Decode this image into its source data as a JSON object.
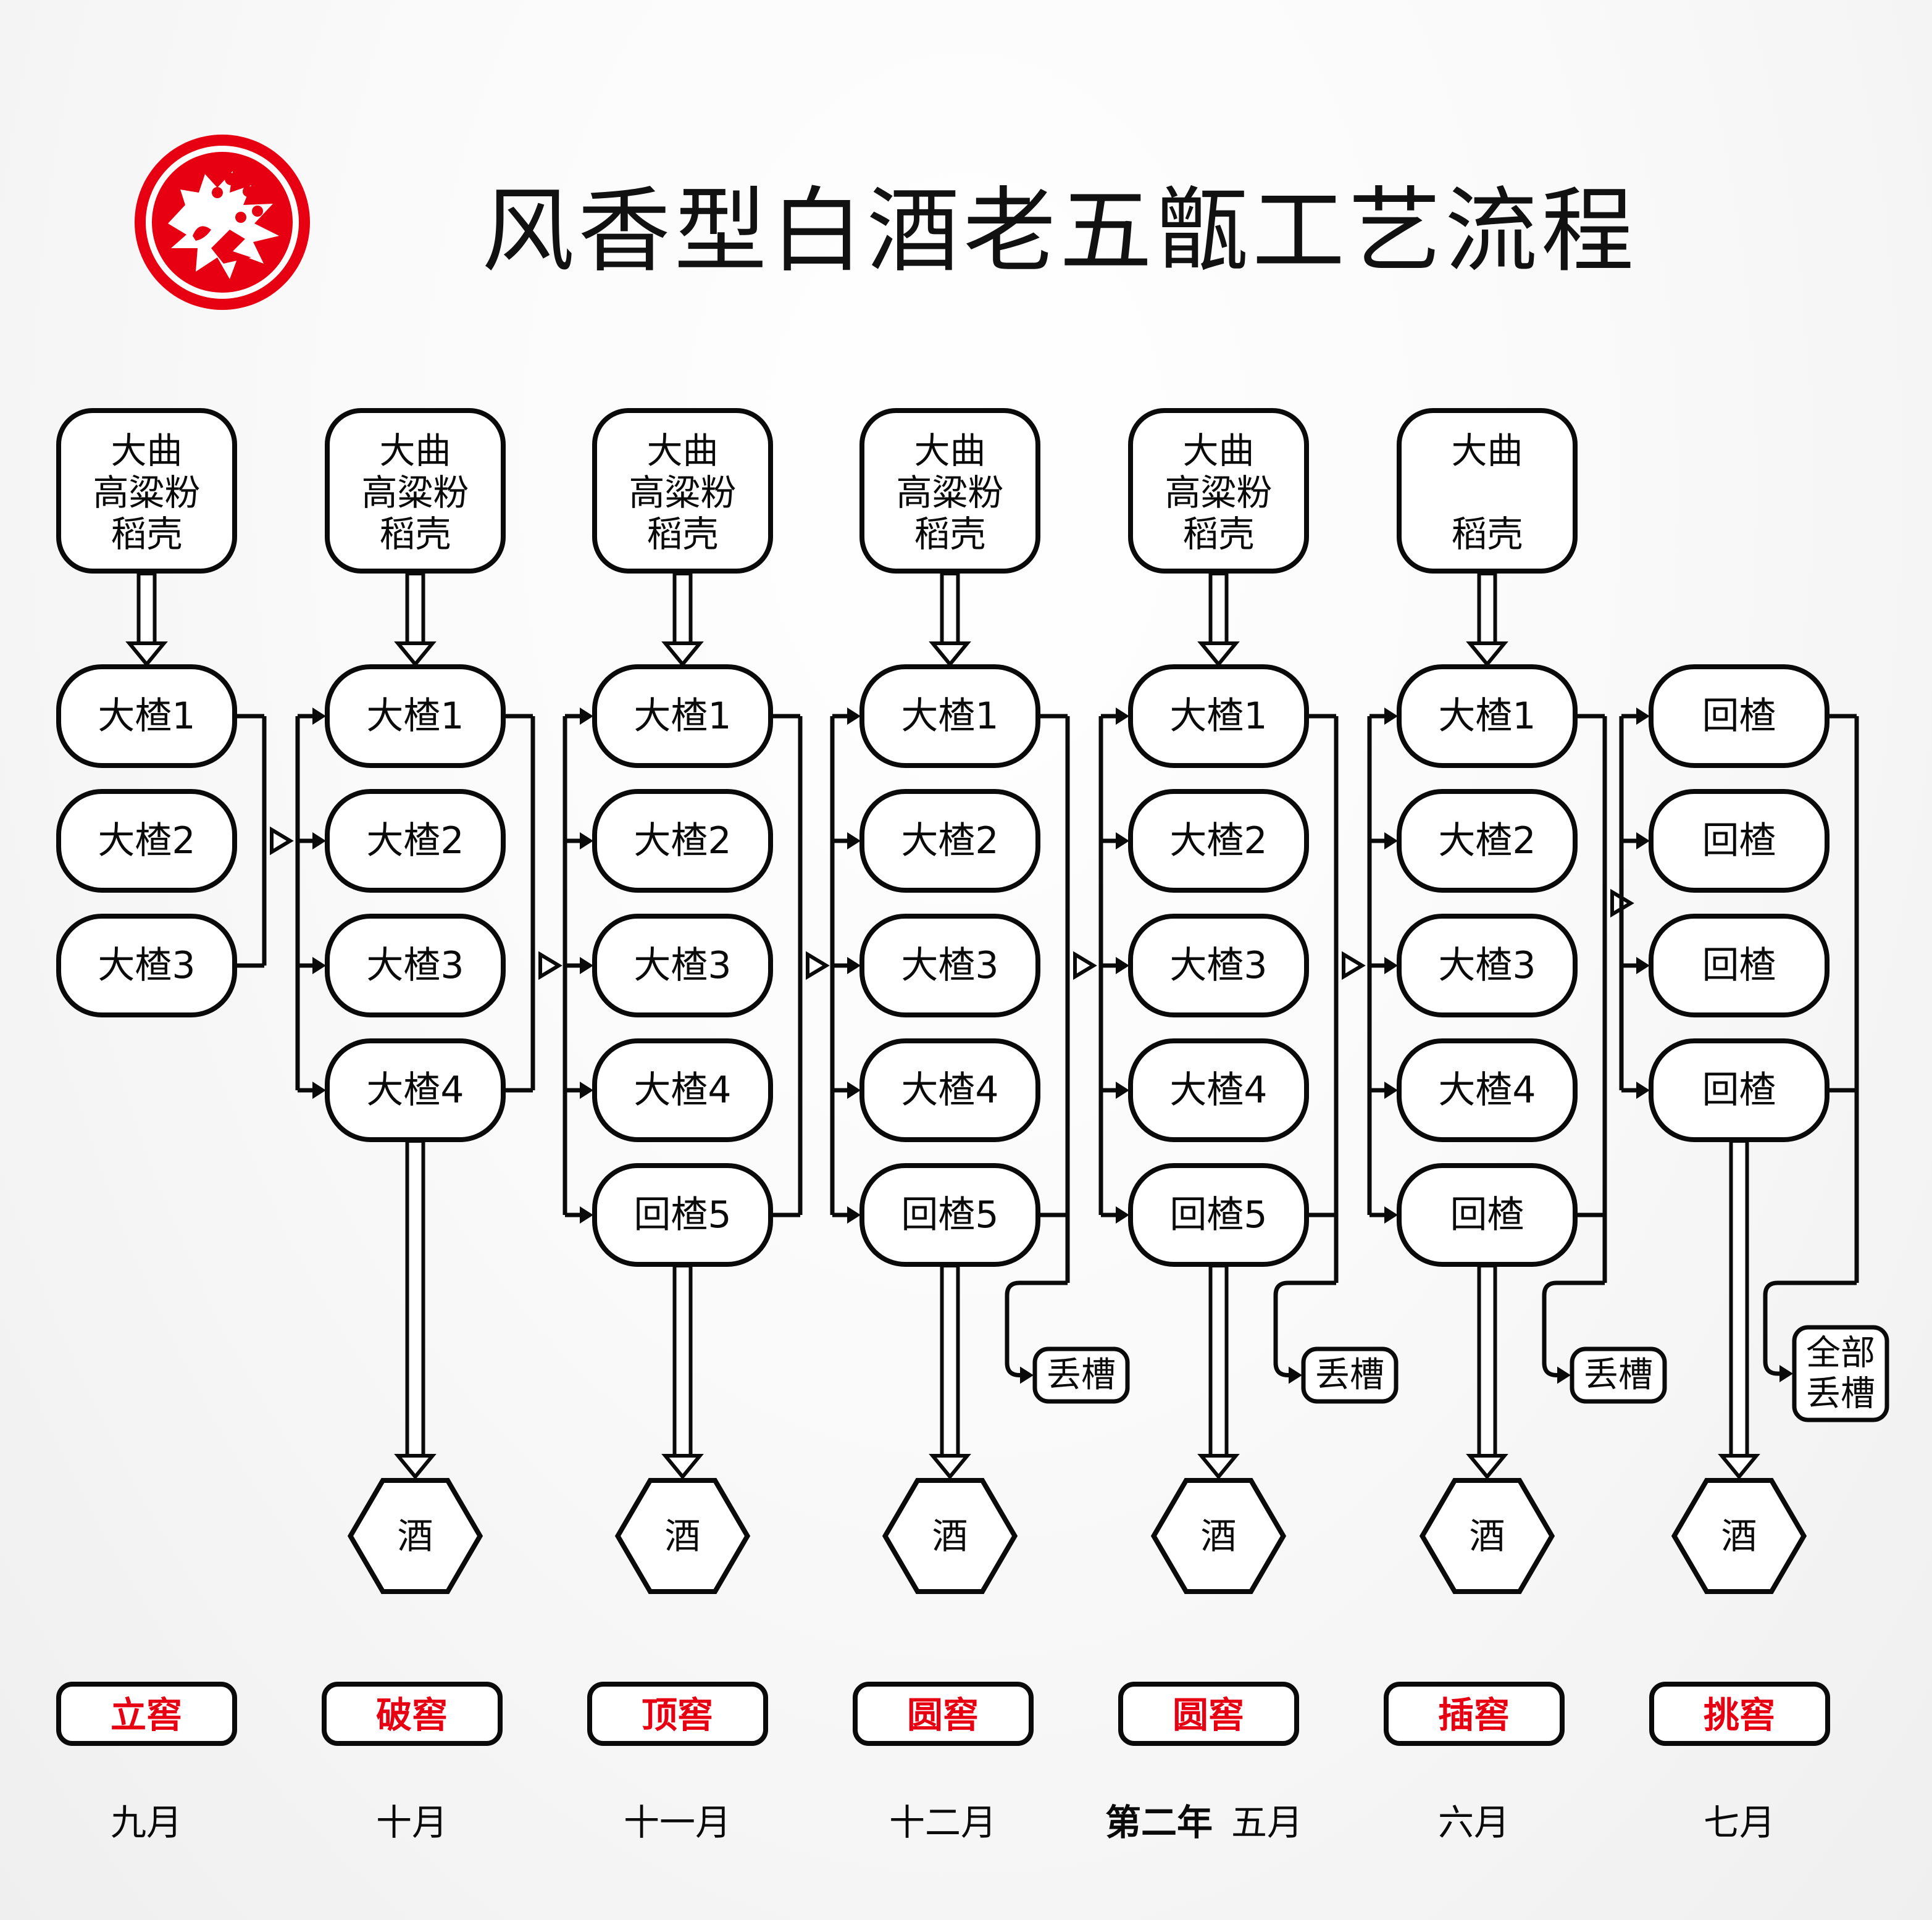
{
  "title": "风香型白酒老五甑工艺流程",
  "logo": {
    "icon": "dragon-seal-icon",
    "color": "#e60012"
  },
  "colors": {
    "line": "#0a0a0a",
    "accent_red": "#e60012",
    "box_fill": "#ffffff"
  },
  "columns": [
    {
      "id": "col1",
      "input": [
        "大曲",
        "高粱粉",
        "稻壳"
      ],
      "batches": [
        "大楂1",
        "大楂2",
        "大楂3"
      ],
      "discard": null,
      "output": null,
      "stage": "立窖",
      "month": "九月"
    },
    {
      "id": "col2",
      "input": [
        "大曲",
        "高粱粉",
        "稻壳"
      ],
      "batches": [
        "大楂1",
        "大楂2",
        "大楂3",
        "大楂4"
      ],
      "discard": null,
      "output": "酒",
      "stage": "破窖",
      "month": "十月"
    },
    {
      "id": "col3",
      "input": [
        "大曲",
        "高粱粉",
        "稻壳"
      ],
      "batches": [
        "大楂1",
        "大楂2",
        "大楂3",
        "大楂4",
        "回楂5"
      ],
      "discard": null,
      "output": "酒",
      "stage": "顶窖",
      "month": "十一月"
    },
    {
      "id": "col4",
      "input": [
        "大曲",
        "高粱粉",
        "稻壳"
      ],
      "batches": [
        "大楂1",
        "大楂2",
        "大楂3",
        "大楂4",
        "回楂5"
      ],
      "discard": [
        "丢槽"
      ],
      "output": "酒",
      "stage": "圆窖",
      "month": "十二月"
    },
    {
      "id": "col5",
      "input": [
        "大曲",
        "高粱粉",
        "稻壳"
      ],
      "batches": [
        "大楂1",
        "大楂2",
        "大楂3",
        "大楂4",
        "回楂5"
      ],
      "discard": [
        "丢槽"
      ],
      "output": "酒",
      "stage": "圆窖",
      "month_prefix": "第二年",
      "month": "五月"
    },
    {
      "id": "col6",
      "input": [
        "大曲",
        "",
        "稻壳"
      ],
      "batches": [
        "大楂1",
        "大楂2",
        "大楂3",
        "大楂4",
        "回楂"
      ],
      "discard": [
        "丢槽"
      ],
      "output": "酒",
      "stage": "插窖",
      "month": "六月"
    },
    {
      "id": "col7",
      "input": null,
      "batches": [
        "回楂",
        "回楂",
        "回楂",
        "回楂"
      ],
      "discard": [
        "全部",
        "丢槽"
      ],
      "output": "酒",
      "stage": "挑窖",
      "month": "七月"
    }
  ],
  "icons": {
    "flow_arrow": "hollow-triangle-arrow-icon",
    "feed_arrow": "double-line-down-arrow-icon",
    "branch_arrow": "solid-arrowhead-icon",
    "product": "hexagon-icon"
  }
}
